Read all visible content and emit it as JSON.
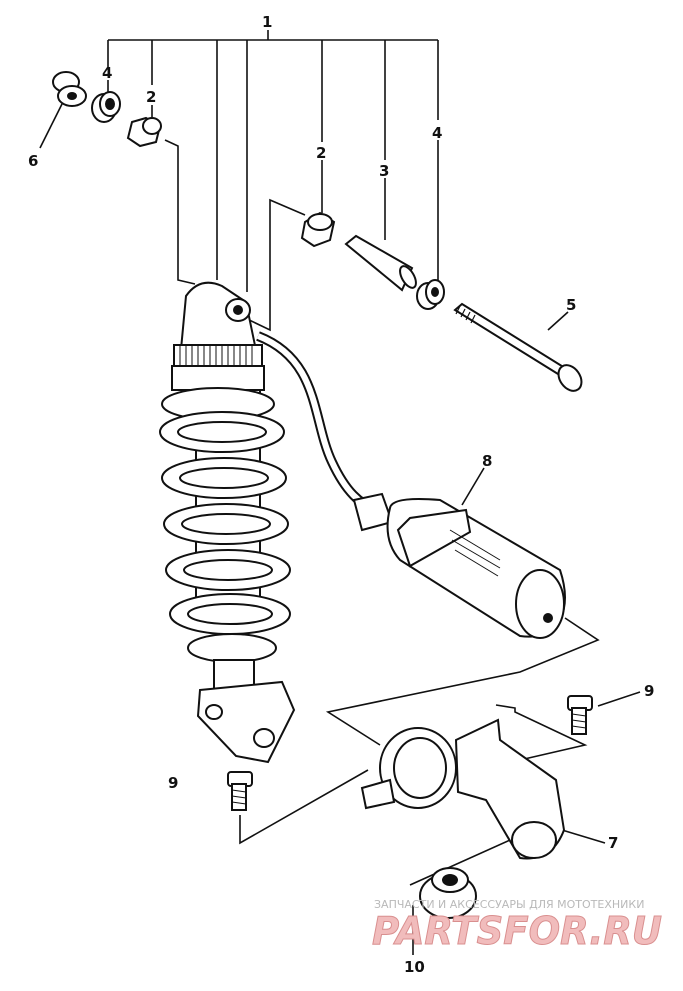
{
  "callouts": {
    "c1": "1",
    "c2a": "2",
    "c2b": "2",
    "c3": "3",
    "c4a": "4",
    "c4b": "4",
    "c5": "5",
    "c6": "6",
    "c7": "7",
    "c8": "8",
    "c9a": "9",
    "c9b": "9",
    "c10": "10"
  },
  "watermark": {
    "caption": "ЗАПЧАСТИ И АКСЕССУАРЫ ДЛЯ МОТОТЕХНИКИ",
    "logo": "PARTSFOR.RU"
  },
  "colors": {
    "ink": "#111111",
    "watermark": "#f1bcbc"
  }
}
